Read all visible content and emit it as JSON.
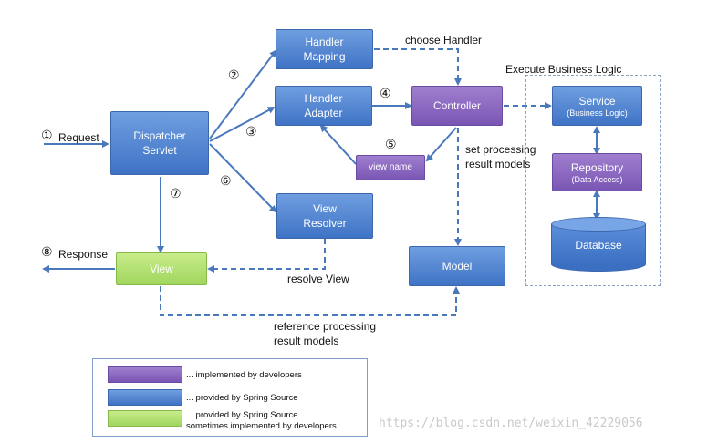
{
  "nodes": {
    "dispatcher": "Dispatcher\nServlet",
    "handler_mapping": "Handler\nMapping",
    "handler_adapter": "Handler\nAdapter",
    "controller": "Controller",
    "view_name": "view name",
    "view_resolver": "View\nResolver",
    "view": "View",
    "model": "Model",
    "service": "Service",
    "service_sub": "(Business Logic)",
    "repository": "Repository",
    "repository_sub": "(Data Access)",
    "database": "Database"
  },
  "labels": {
    "request": "Request",
    "response": "Response",
    "choose_handler": "choose Handler",
    "execute_business_logic": "Execute Business Logic",
    "set_processing": "set processing\nresult models",
    "resolve_view": "resolve View",
    "reference_processing": "reference processing\nresult models"
  },
  "steps": {
    "s1": "①",
    "s2": "②",
    "s3": "③",
    "s4": "④",
    "s5": "⑤",
    "s6": "⑥",
    "s7": "⑦",
    "s8": "⑧"
  },
  "legend": {
    "developers": "... implemented by developers",
    "spring": "... provided by Spring Source",
    "spring_dev": "... provided by Spring Source\nsometimes implemented by developers",
    "colors": {
      "purple": "#7a56b4",
      "blue": "#3f73c5",
      "green": "#a0d65e"
    }
  },
  "watermark": "https://blog.csdn.net/weixin_42229056"
}
